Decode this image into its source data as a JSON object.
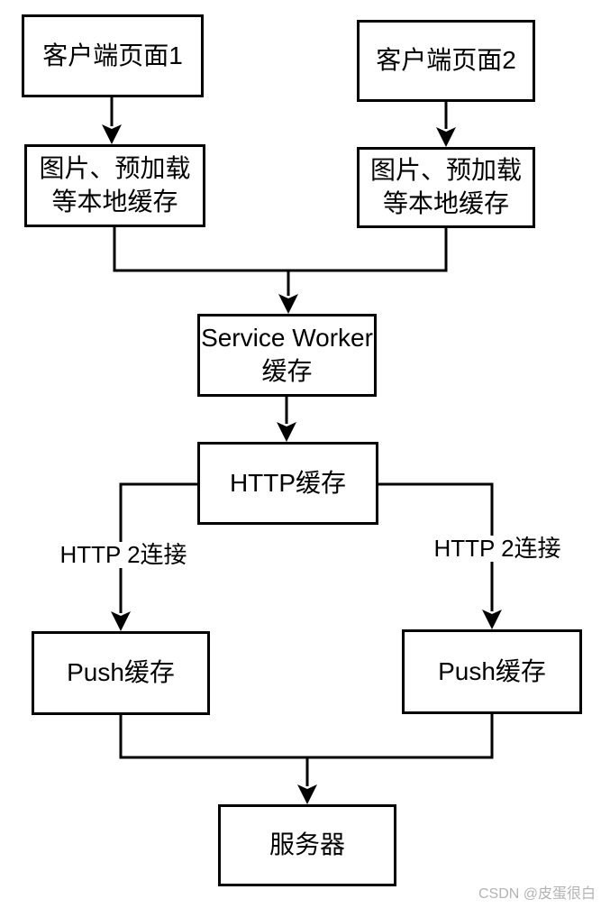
{
  "diagram": {
    "nodes": {
      "client_page_1": {
        "line1": "客户端页面1"
      },
      "client_page_2": {
        "line1": "客户端页面2"
      },
      "local_cache_1": {
        "line1": "图片、预加载",
        "line2": "等本地缓存"
      },
      "local_cache_2": {
        "line1": "图片、预加载",
        "line2": "等本地缓存"
      },
      "service_worker": {
        "line1": "Service Worker",
        "line2": "缓存"
      },
      "http_cache": {
        "line1": "HTTP缓存"
      },
      "push_cache_1": {
        "line1": "Push缓存"
      },
      "push_cache_2": {
        "line1": "Push缓存"
      },
      "server": {
        "line1": "服务器"
      }
    },
    "edge_labels": {
      "http2_left": "HTTP 2连接",
      "http2_right": "HTTP 2连接"
    },
    "watermark": "CSDN @皮蛋很白",
    "colors": {
      "line": "#000000",
      "box_background": "#ffffff",
      "box_border": "#000000",
      "watermark_text": "#b3b3b3"
    }
  }
}
